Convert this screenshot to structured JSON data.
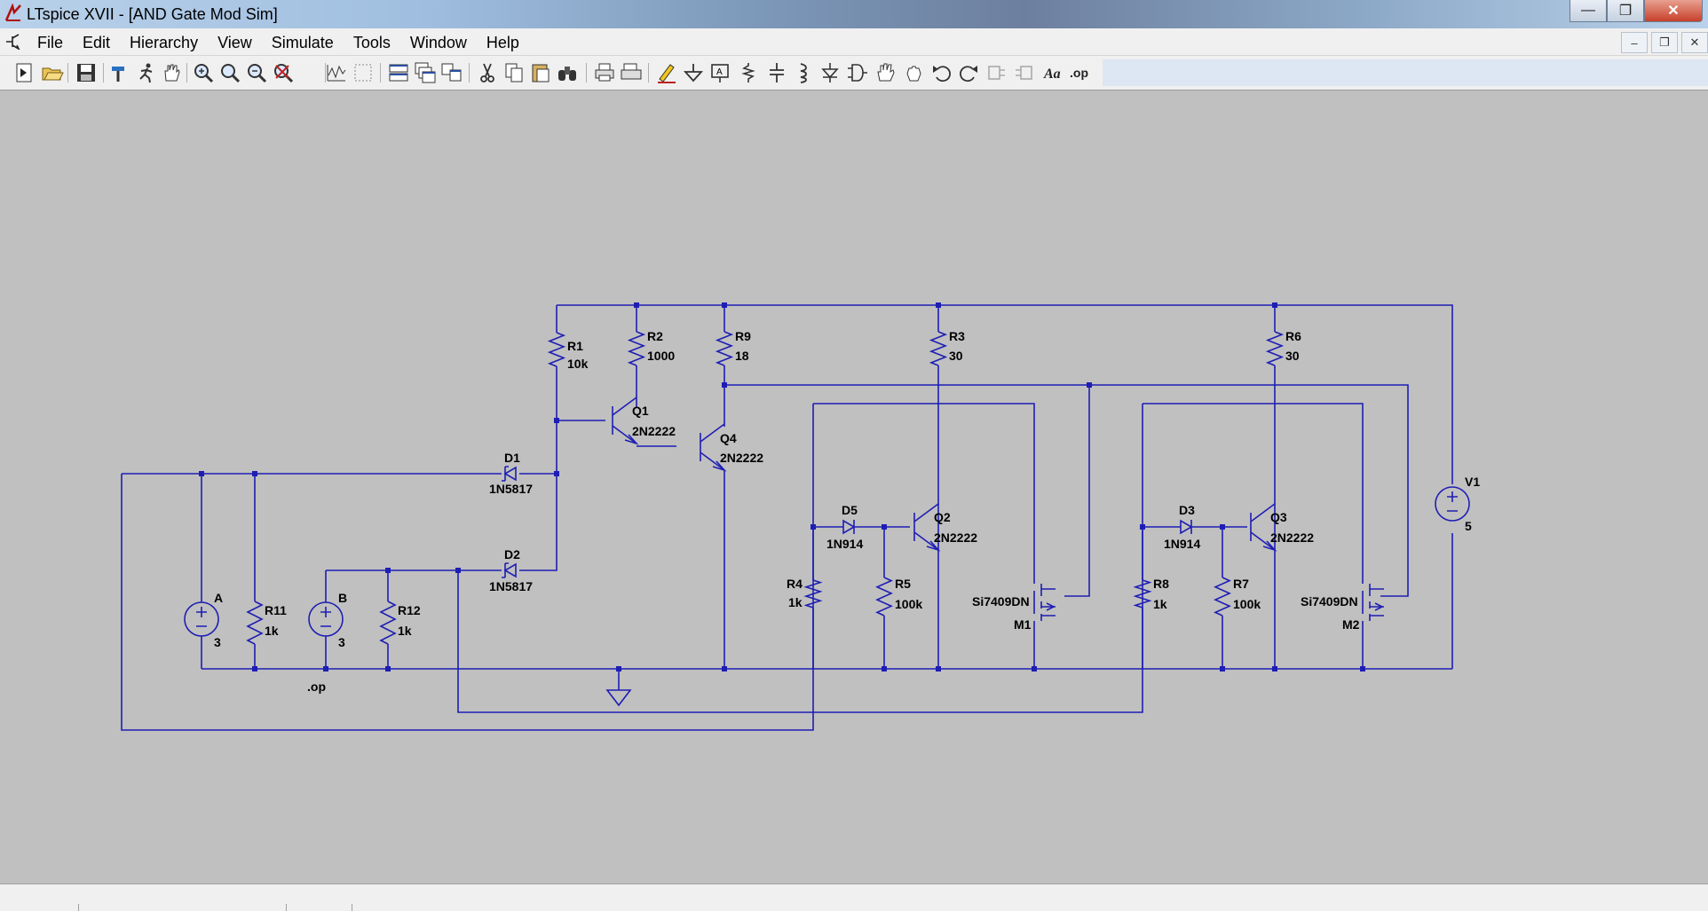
{
  "window": {
    "title": "LTspice XVII - [AND Gate Mod Sim]"
  },
  "menu": {
    "items": [
      "File",
      "Edit",
      "Hierarchy",
      "View",
      "Simulate",
      "Tools",
      "Window",
      "Help"
    ]
  },
  "toolbar": {
    "buttons": [
      "new-schematic",
      "open",
      "save",
      "control-panel",
      "run",
      "halt",
      "zoom-in",
      "pan",
      "zoom-out",
      "zoom-fit",
      "autorange",
      "tile",
      "cascade",
      "window-list",
      "close-window",
      "cut",
      "copy",
      "paste",
      "find",
      "print",
      "print-preview",
      "draw-wire",
      "ground",
      "label-net",
      "resistor",
      "capacitor",
      "inductor",
      "diode",
      "component",
      "move",
      "drag",
      "undo",
      "redo",
      "rotate",
      "mirror",
      "text",
      "spice-directive"
    ],
    "op_label": ".op",
    "text_label": "Aa"
  },
  "colors": {
    "wire": "#1e1eb4",
    "background": "#c0c0c0",
    "text": "#000000"
  },
  "schematic": {
    "components": [
      {
        "ref": "R1",
        "value": "10k"
      },
      {
        "ref": "R2",
        "value": "1000"
      },
      {
        "ref": "R9",
        "value": "18"
      },
      {
        "ref": "R3",
        "value": "30"
      },
      {
        "ref": "R6",
        "value": "30"
      },
      {
        "ref": "Q1",
        "value": "2N2222"
      },
      {
        "ref": "Q4",
        "value": "2N2222"
      },
      {
        "ref": "D1",
        "value": "1N5817"
      },
      {
        "ref": "D2",
        "value": "1N5817"
      },
      {
        "ref": "D5",
        "value": "1N914"
      },
      {
        "ref": "Q2",
        "value": "2N2222"
      },
      {
        "ref": "D3",
        "value": "1N914"
      },
      {
        "ref": "Q3",
        "value": "2N2222"
      },
      {
        "ref": "V1",
        "value": "5"
      },
      {
        "ref": "A",
        "value": "3"
      },
      {
        "ref": "R11",
        "value": "1k"
      },
      {
        "ref": "B",
        "value": "3"
      },
      {
        "ref": "R12",
        "value": "1k"
      },
      {
        "ref": "R4",
        "value": "1k"
      },
      {
        "ref": "R5",
        "value": "100k"
      },
      {
        "ref": "M1",
        "value": "Si7409DN"
      },
      {
        "ref": "R8",
        "value": "1k"
      },
      {
        "ref": "R7",
        "value": "100k"
      },
      {
        "ref": "M2",
        "value": "Si7409DN"
      }
    ],
    "directive": ".op"
  }
}
